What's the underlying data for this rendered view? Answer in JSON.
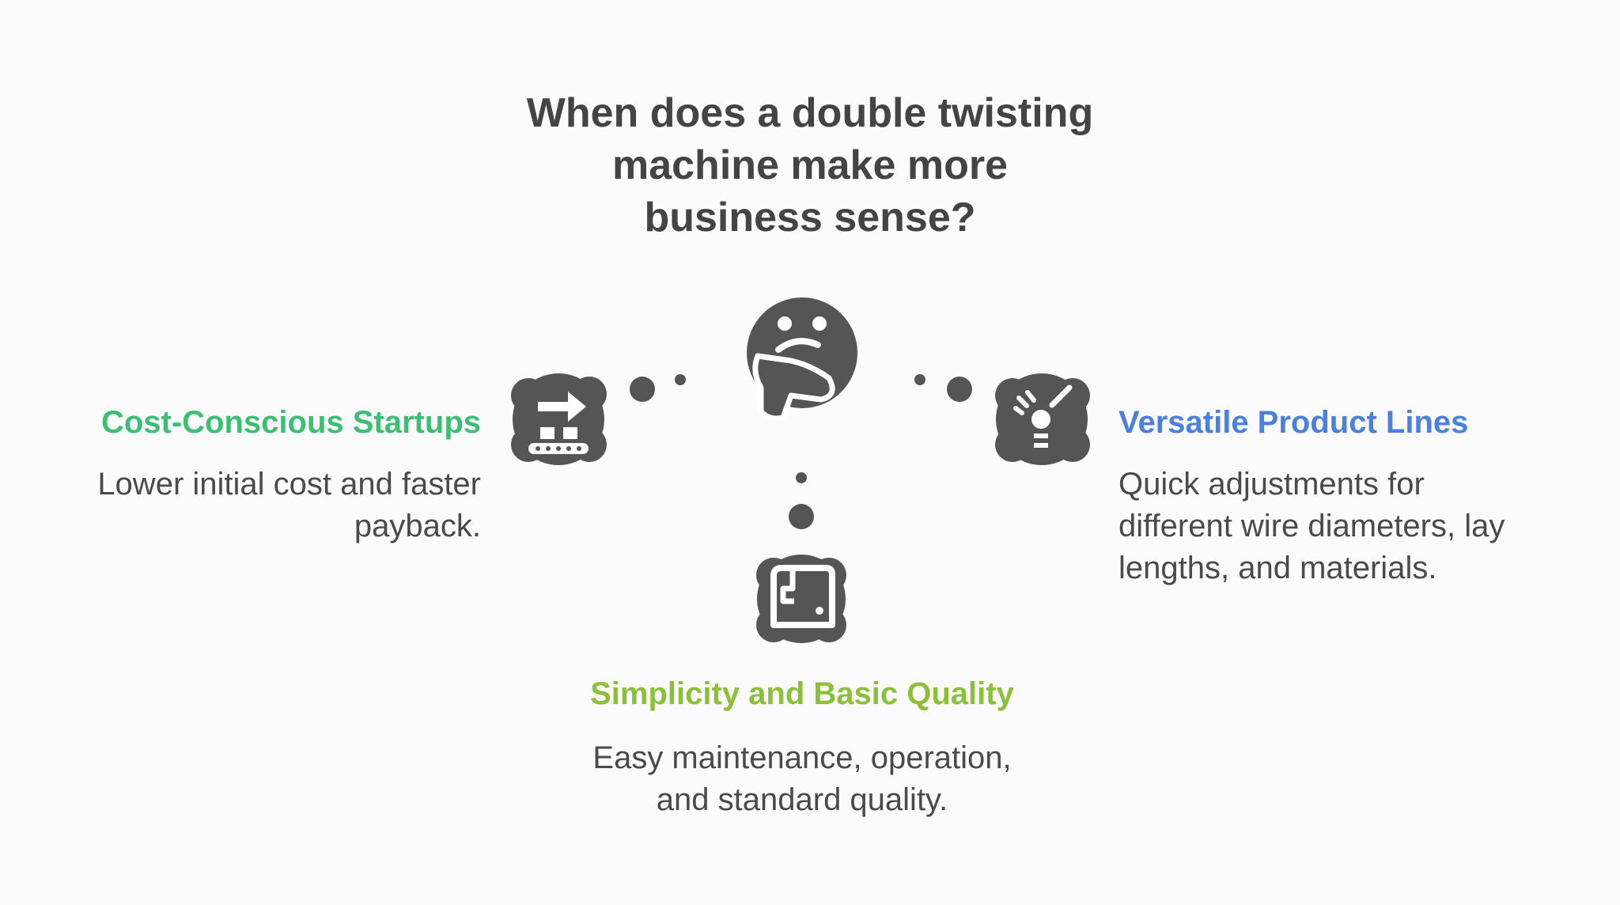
{
  "title": {
    "lines": [
      "When does a double twisting",
      "machine make more",
      "business sense?"
    ]
  },
  "options": {
    "left": {
      "heading": "Cost-Conscious Startups",
      "color": "#3dbf73",
      "icon": "conveyor-arrow-icon",
      "desc_lines": [
        "Lower initial cost and faster",
        "payback."
      ]
    },
    "right": {
      "heading": "Versatile Product Lines",
      "color": "#4a80e0",
      "icon": "lightbulb-spark-icon",
      "desc_lines": [
        "Quick adjustments for",
        "different wire diameters, lay",
        "lengths, and materials."
      ]
    },
    "bottom": {
      "heading": "Simplicity and Basic Quality",
      "color": "#8cbf3a",
      "icon": "sewing-machine-icon",
      "desc_lines": [
        "Easy maintenance, operation,",
        "and standard quality."
      ]
    }
  },
  "center": {
    "icon": "thinking-face-icon"
  },
  "colors": {
    "icon_fill": "#555555",
    "text": "#444444"
  }
}
